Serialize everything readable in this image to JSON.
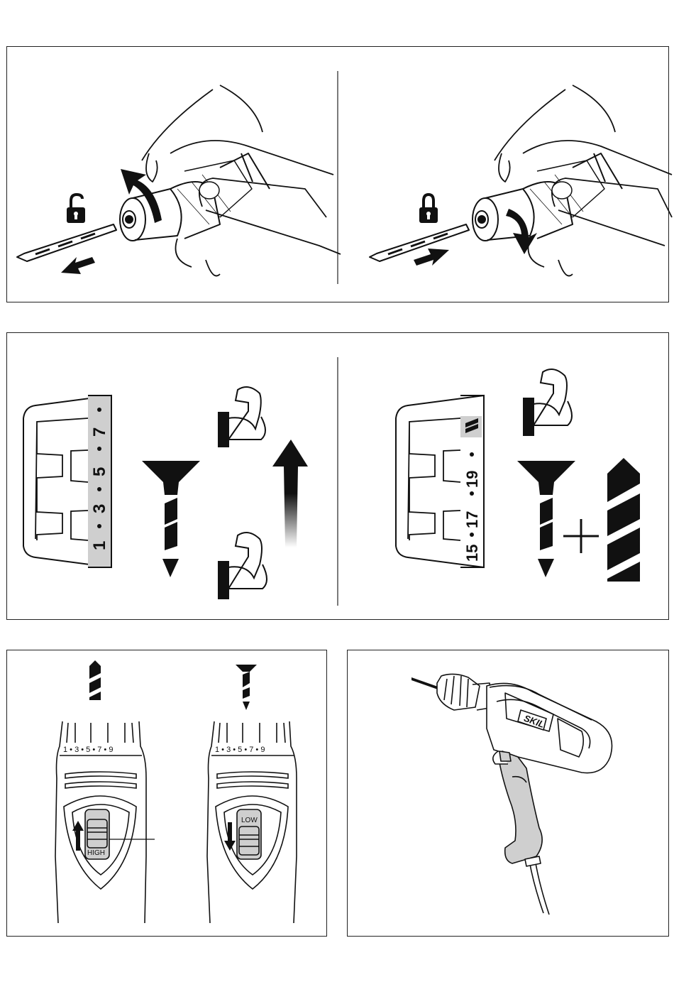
{
  "panel1": {
    "left_figure": {
      "icons": [
        "unlock-icon",
        "arrow-left-icon",
        "curved-arrow-up-icon"
      ]
    },
    "right_figure": {
      "icons": [
        "lock-icon",
        "arrow-right-icon",
        "curved-arrow-down-icon"
      ]
    }
  },
  "panel2": {
    "left_scale": {
      "ticks": [
        "1",
        "3",
        "5",
        "7"
      ],
      "icons": [
        "screw-icon",
        "weak-arm-icon",
        "strong-arm-icon",
        "increase-arrow-icon"
      ]
    },
    "right_scale": {
      "ticks": [
        "15",
        "17",
        "19"
      ],
      "icons": [
        "drill-symbol-icon",
        "screw-icon",
        "plus-icon",
        "drill-bit-icon",
        "strong-arm-icon"
      ]
    },
    "colors": {
      "scale_bg": "#cfcfcf",
      "ink": "#111111"
    }
  },
  "panel3": {
    "left_tool": {
      "scale": "1 • 3 • 5 • 7 • 9",
      "switch_label": "HIGH",
      "icons": [
        "drill-bit-icon",
        "arrow-up-icon"
      ]
    },
    "right_tool": {
      "scale": "1 • 3 • 5 • 7 • 9",
      "switch_label": "LOW",
      "icons": [
        "screw-icon",
        "arrow-down-icon"
      ]
    }
  },
  "panel4": {
    "brand": "SKIL",
    "icons": [
      "cordless-drill-icon"
    ]
  }
}
